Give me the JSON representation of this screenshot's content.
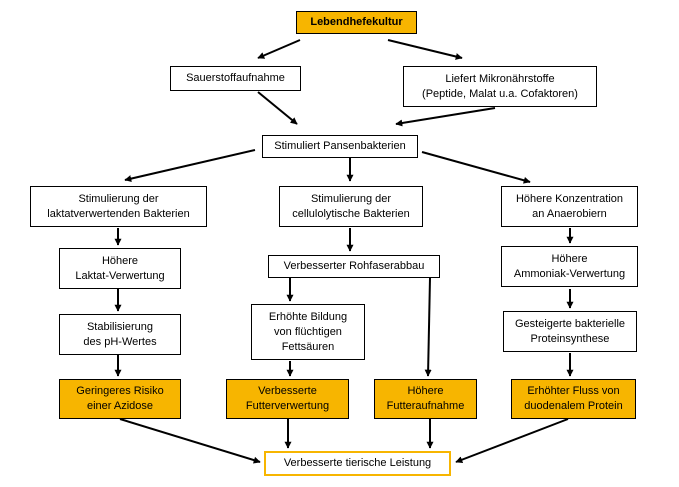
{
  "colors": {
    "accent_fill": "#f7b500",
    "border": "#000000",
    "final_border": "#f7b500"
  },
  "nodes": {
    "lebendhefekultur": "Lebendhefekultur",
    "sauerstoffaufnahme": "Sauerstoffaufnahme",
    "mikronaehrstoffe": "Liefert Mikronährstoffe\n(Peptide, Malat u.a. Cofaktoren)",
    "pansenbakterien": "Stimuliert Pansenbakterien",
    "laktat_bakterien": "Stimulierung der\nlaktatverwertenden Bakterien",
    "cellulolytische": "Stimulierung der\ncellulolytische Bakterien",
    "anaerobier": "Höhere Konzentration\nan Anaerobiern",
    "laktat_verwertung": "Höhere\nLaktat-Verwertung",
    "rohfaserabbau": "Verbesserter Rohfaserabbau",
    "ammoniak": "Höhere\nAmmoniak-Verwertung",
    "ph_wert": "Stabilisierung\ndes pH-Wertes",
    "fettsaeuren": "Erhöhte Bildung\nvon flüchtigen\nFettsäuren",
    "proteinsynthese": "Gesteigerte bakterielle\nProteinsynthese",
    "azidose": "Geringeres Risiko\neiner Azidose",
    "futterverwertung": "Verbesserte\nFutterverwertung",
    "futteraufnahme": "Höhere\nFutteraufnahme",
    "duodenal": "Erhöhter Fluss von\nduodenalem Protein",
    "leistung": "Verbesserte tierische Leistung"
  }
}
